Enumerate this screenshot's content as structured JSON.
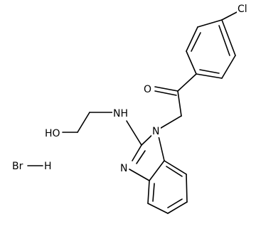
{
  "molecule": {
    "atom_labels": {
      "chlorine": "Cl",
      "carbonyl_oxygen": "O",
      "hydroxyl": "HO",
      "amine": "NH",
      "imidazole_n1": "N",
      "imidazole_n3": "N",
      "bromine": "Br",
      "hydrogen": "H"
    }
  }
}
